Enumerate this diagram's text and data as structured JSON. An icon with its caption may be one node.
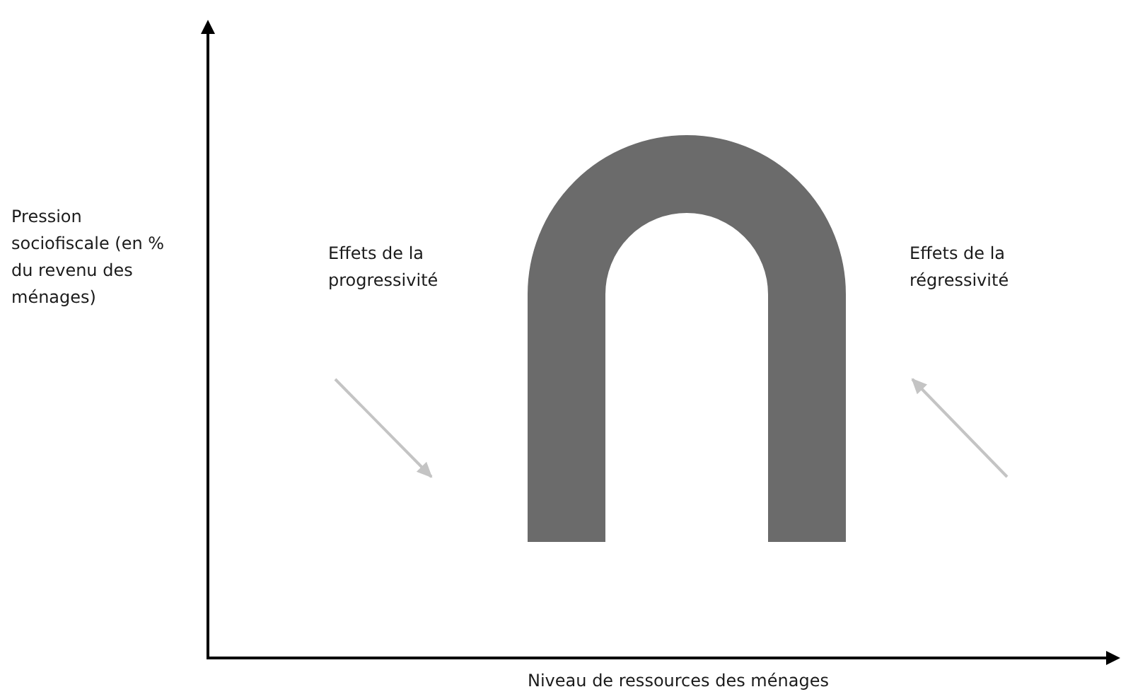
{
  "diagram": {
    "labels": [
      "Pression sociofiscale (en % du revenu des ménages)",
      "Effets de la progressivité",
      "Effets de la régressivité",
      "Niveau de ressources des ménages"
    ]
  }
}
